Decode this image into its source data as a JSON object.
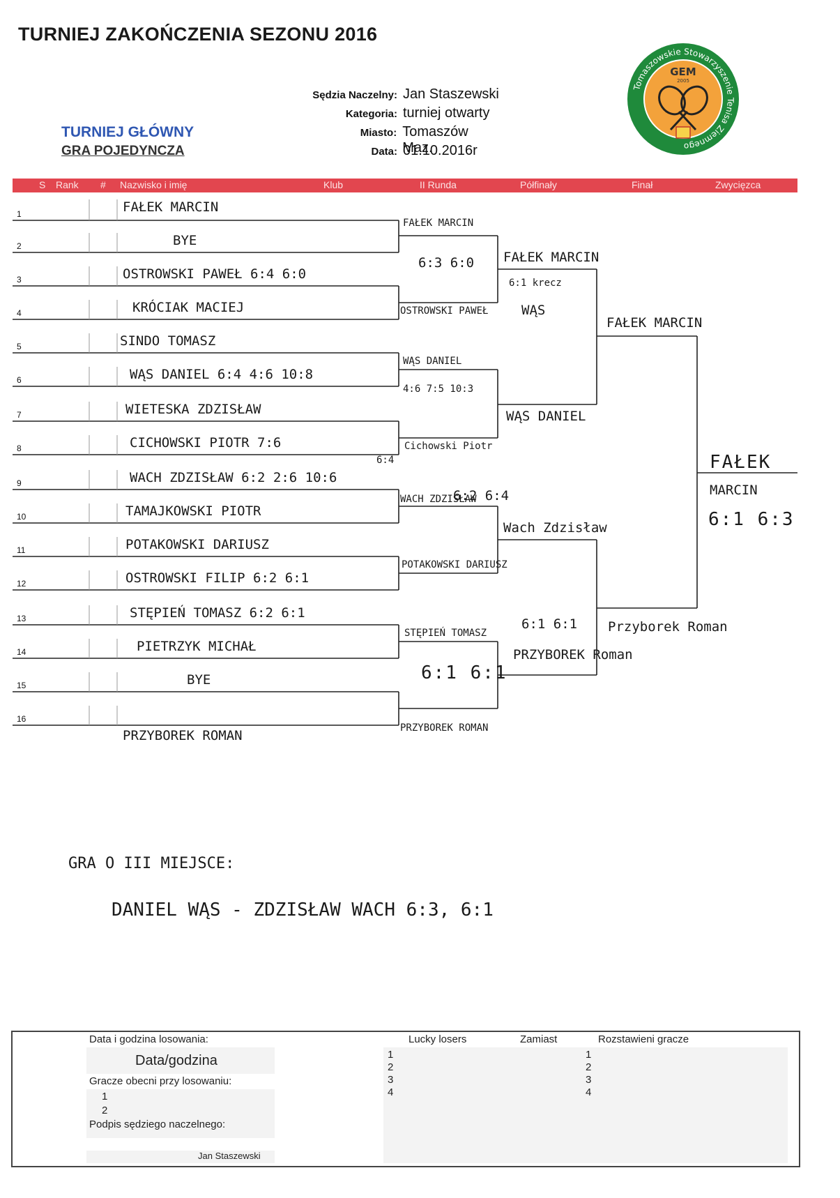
{
  "header": {
    "title": "TURNIEJ ZAKOŃCZENIA SEZONU 2016",
    "sub1": "TURNIEJ GŁÓWNY",
    "sub2": "GRA POJEDYNCZA",
    "meta": [
      {
        "label": "Sędzia Naczelny:",
        "value": "Jan Staszewski"
      },
      {
        "label": "Kategoria:",
        "value": "turniej otwarty"
      },
      {
        "label": "Miasto:",
        "value": "Tomaszów Maz."
      },
      {
        "label": "Data:",
        "value": "01.10.2016r"
      }
    ]
  },
  "logo": {
    "arc_text": "Tomaszowskie Stowarzyszenie Tenisa Ziemnego",
    "gem": "GEM",
    "year": "2005",
    "colors": {
      "ring": "#1f8a3b",
      "inner": "#f3a23b",
      "text": "#ffffff"
    }
  },
  "columns": [
    "S",
    "Rank",
    "#",
    "Nazwisko i imię",
    "Klub",
    "II Runda",
    "Półfinały",
    "Finał",
    "Zwycięzca"
  ],
  "seeds": [
    "1",
    "2",
    "3",
    "4",
    "5",
    "6",
    "7",
    "8",
    "9",
    "10",
    "11",
    "12",
    "13",
    "14",
    "15",
    "16"
  ],
  "round1_entries": [
    "FAŁEK MARCIN",
    "BYE",
    "OSTROWSKI PAWEŁ 6:4 6:0",
    "KRÓCIAK MACIEJ",
    "SINDO TOMASZ",
    "WĄS DANIEL 6:4 4:6 10:8",
    "WIETESKA ZDZISŁAW",
    "CICHOWSKI PIOTR 7:6",
    "WACH ZDZISŁAW 6:2 2:6 10:6",
    "TAMAJKOWSKI PIOTR",
    "POTAKOWSKI DARIUSZ",
    "OSTROWSKI FILIP 6:2 6:1",
    "STĘPIEŃ TOMASZ 6:2 6:1",
    "PIETRZYK MICHAŁ",
    "BYE",
    "PRZYBOREK ROMAN"
  ],
  "round2": [
    {
      "name": "FAŁEK MARCIN",
      "score": "6:3 6:0"
    },
    {
      "name": "OSTROWSKI PAWEŁ",
      "score": ""
    },
    {
      "name": "WĄS DANIEL",
      "score": "4:6 7:5 10:3"
    },
    {
      "name": "Cichowski Piotr",
      "score": "6:4"
    },
    {
      "name": "WACH ZDZISŁAW",
      "score": "6:2 6:4"
    },
    {
      "name": "POTAKOWSKI DARIUSZ",
      "score": ""
    },
    {
      "name": "STĘPIEŃ TOMASZ",
      "score": "6:1 6:1"
    },
    {
      "name": "PRZYBOREK ROMAN",
      "score": ""
    }
  ],
  "semis": [
    {
      "name": "FAŁEK MARCIN",
      "score": "6:1 krecz"
    },
    {
      "name": "WĄS",
      "score": ""
    },
    {
      "name": "WĄS DANIEL",
      "score": ""
    },
    {
      "name": "Wach Zdzisław",
      "score": ""
    },
    {
      "name": "6:1 6:1",
      "score": ""
    },
    {
      "name": "PRZYBOREK Roman",
      "score": ""
    }
  ],
  "final": [
    "FAŁEK MARCIN",
    "Przyborek Roman"
  ],
  "winner": {
    "line1": "FAŁEK",
    "line2": "MARCIN",
    "score": "6:1 6:3"
  },
  "third_place": {
    "label": "GRA O III MIEJSCE:",
    "result": "DANIEL WĄS - ZDZISŁAW WACH 6:3, 6:1"
  },
  "footer": {
    "draw_label": "Data i godzina losowania:",
    "draw_value": "Data/godzina",
    "present_label": "Gracze obecni przy losowaniu:",
    "present": [
      "1",
      "2"
    ],
    "sign_label": "Podpis sędziego naczelnego:",
    "sign_value": "Jan Staszewski",
    "lucky_label": "Lucky losers",
    "instead_label": "Zamiast",
    "seeded_label": "Rozstawieni gracze",
    "lucky_nums": [
      "1",
      "2",
      "3",
      "4"
    ],
    "seeded_nums": [
      "1",
      "2",
      "3",
      "4"
    ]
  }
}
